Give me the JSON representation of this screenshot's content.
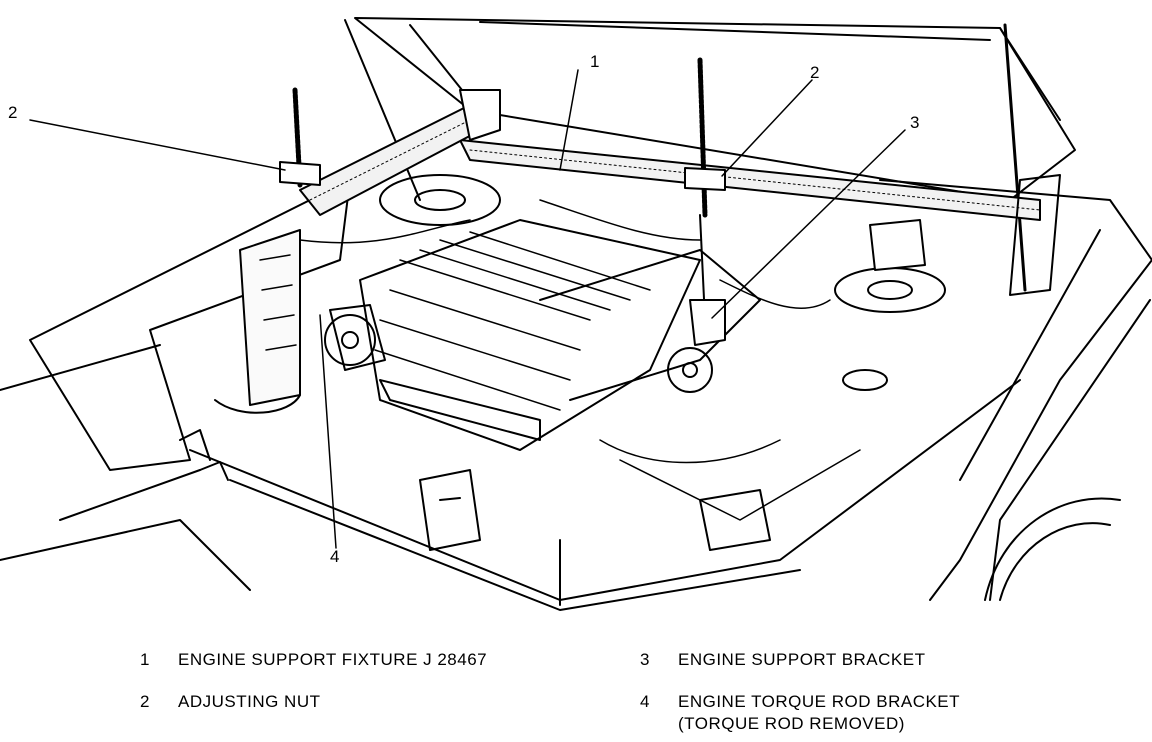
{
  "callouts": {
    "c1": "1",
    "c2a": "2",
    "c2b": "2",
    "c3": "3",
    "c4": "4"
  },
  "legend": [
    {
      "num": "1",
      "text": "ENGINE SUPPORT FIXTURE J 28467"
    },
    {
      "num": "2",
      "text": "ADJUSTING NUT"
    },
    {
      "num": "3",
      "text": "ENGINE SUPPORT BRACKET"
    },
    {
      "num": "4",
      "text": "ENGINE TORQUE ROD BRACKET",
      "text2": "(TORQUE ROD REMOVED)"
    }
  ]
}
